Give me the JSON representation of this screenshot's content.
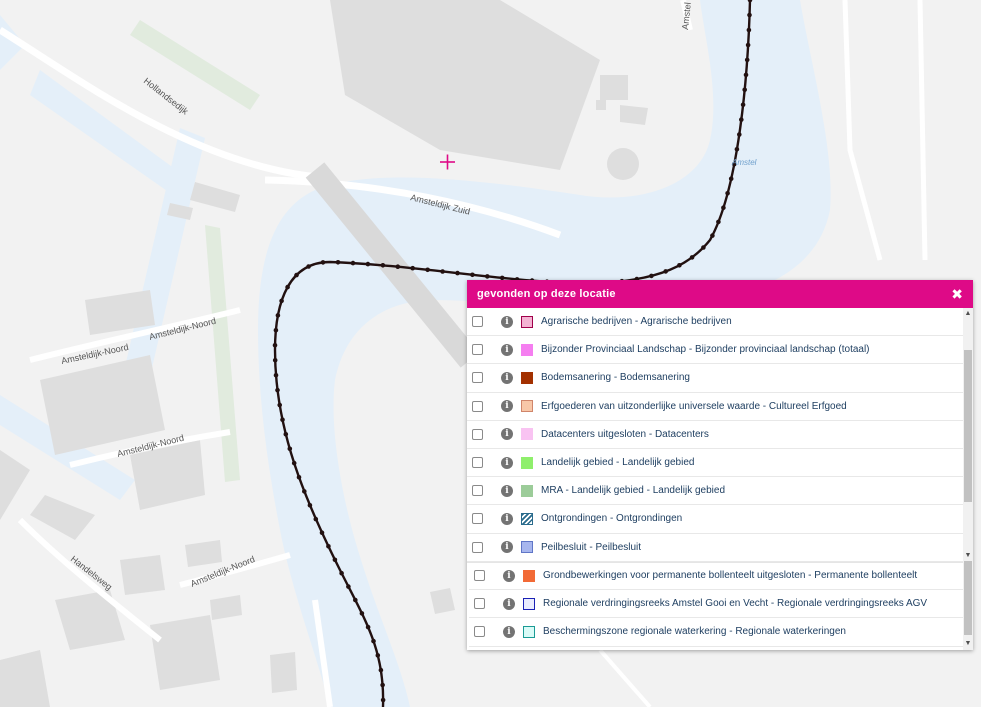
{
  "map": {
    "street_labels": [
      "Amstel",
      "Hollandsedijk",
      "Amsteldijk Zuid",
      "Amsteldijk-Noord",
      "Handelsweg"
    ],
    "water_label": "Amstel",
    "colors": {
      "water": "#e4eff9",
      "land": "#f2f2f2",
      "building": "#dedede",
      "road": "#ffffff",
      "route": "#221111",
      "marker": "#de0a87"
    },
    "marker_icon": "crosshair-icon"
  },
  "popup": {
    "title": "gevonden op deze locatie",
    "close_icon": "close-icon",
    "close_glyph": "✖",
    "header_color": "#de0a87",
    "scroll_up_glyph": "▲",
    "scroll_down_glyph": "▼",
    "info_glyph": "i",
    "list_items": [
      {
        "label": "Agrarische bedrijven - Agrarische bedrijven",
        "color": "#f4b3d3",
        "border": "#a0004a",
        "pattern": "solid"
      },
      {
        "label": "Bijzonder Provinciaal Landschap - Bijzonder provinciaal landschap (totaal)",
        "color": "#f57ef0",
        "border": "#f57ef0",
        "pattern": "solid"
      },
      {
        "label": "Bodemsanering - Bodemsanering",
        "color": "#a33100",
        "border": "#a33100",
        "pattern": "solid"
      },
      {
        "label": "Erfgoederen van uitzonderlijke universele waarde - Cultureel Erfgoed",
        "color": "#f8c7a8",
        "border": "#d0856a",
        "pattern": "solid"
      },
      {
        "label": "Datacenters uitgesloten - Datacenters",
        "color": "#f9c3f2",
        "border": "#f9c3f2",
        "pattern": "solid"
      },
      {
        "label": "Landelijk gebied - Landelijk gebied",
        "color": "#8fef6c",
        "border": "#8fef6c",
        "pattern": "solid"
      },
      {
        "label": "MRA - Landelijk gebied - Landelijk gebied",
        "color": "#9ccc99",
        "border": "#9ccc99",
        "pattern": "solid"
      },
      {
        "label": "Ontgrondingen - Ontgrondingen",
        "color": "#ffffff",
        "border": "#2a6b8c",
        "pattern": "hatch"
      },
      {
        "label": "Peilbesluit - Peilbesluit",
        "color": "#a7b6ee",
        "border": "#6076c7",
        "pattern": "solid"
      }
    ],
    "outer_items": [
      {
        "label": "Grondbewerkingen voor permanente bollenteelt uitgesloten - Permanente bollenteelt",
        "color": "#f26a36",
        "border": "#f26a36",
        "pattern": "solid"
      },
      {
        "label": "Regionale verdringingsreeks Amstel Gooi en Vecht - Regionale verdringingsreeks AGV",
        "color": "#e9ecff",
        "border": "#1a21b5",
        "pattern": "solid"
      },
      {
        "label": "Beschermingszone regionale waterkering - Regionale waterkeringen",
        "color": "#d9fbf7",
        "border": "#1a9b95",
        "pattern": "solid"
      }
    ]
  }
}
